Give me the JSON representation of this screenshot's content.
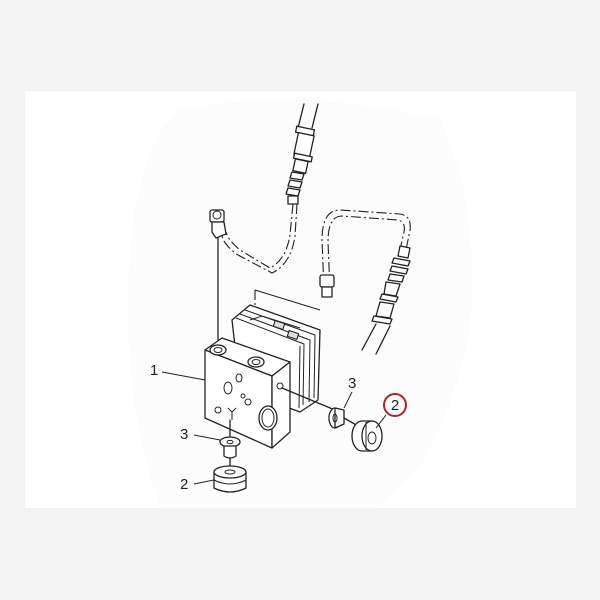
{
  "diagram": {
    "type": "exploded parts diagram",
    "subject": "ABS hydraulic unit with mounting dampers",
    "background_color": "#f3f3f3",
    "panel_color": "#ffffff",
    "highlight_color": "#b3202a",
    "callouts": [
      {
        "id": "callout-1",
        "number": "1",
        "part": "hydraulic unit"
      },
      {
        "id": "callout-3-left",
        "number": "3",
        "part": "collar"
      },
      {
        "id": "callout-2-left",
        "number": "2",
        "part": "damper"
      },
      {
        "id": "callout-3-right",
        "number": "3",
        "part": "collar"
      },
      {
        "id": "callout-2-right",
        "number": "2",
        "part": "damper",
        "highlighted": true
      }
    ]
  }
}
